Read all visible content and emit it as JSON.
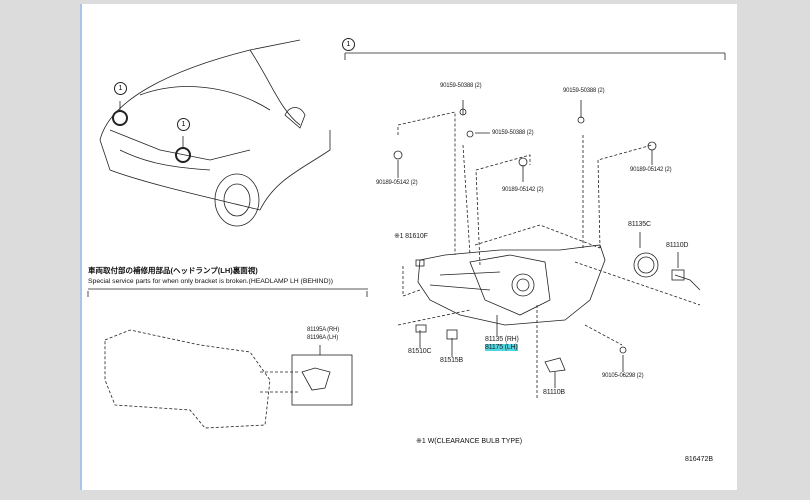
{
  "callout_number": "1",
  "parts": {
    "bolt_top_left": "90159-50388 (2)",
    "bolt_top_right": "90159-50388 (2)",
    "bolt_middle": "90159-50388 (2)",
    "clip_left": "90189-05142 (2)",
    "clip_middle": "90189-05142 (2)",
    "clip_right": "90189-05142 (2)",
    "clearance_bulb": "※1 81610F",
    "cap": "81135C",
    "bulb_d": "81110D",
    "headlamp_rh": "81135 (RH)",
    "headlamp_lh": "81175 (LH)",
    "socket_c": "81510C",
    "socket_b": "81515B",
    "screw": "90105-06298 (2)",
    "bulb_b": "81110B",
    "bracket_rh": "81195A (RH)",
    "bracket_lh": "81196A (LH)"
  },
  "notes": {
    "service_jp": "車両取付部の補修用部品(ヘッドランプ(LH)裏面視)",
    "service_en": "Special service parts for when only bracket is broken.(HEADLAMP LH (BEHIND))",
    "footnote": "※1 W(CLEARANCE BULB TYPE)",
    "figure_id": "816472B"
  },
  "colors": {
    "highlight": "#4fd6e0",
    "background": "#dcdcdc"
  }
}
